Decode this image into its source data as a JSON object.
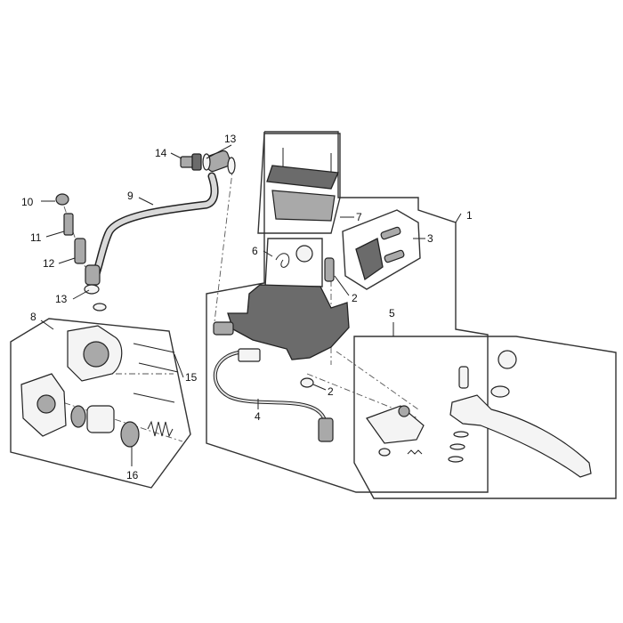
{
  "callouts": {
    "c1": "1",
    "c2a": "2",
    "c2b": "2",
    "c3": "3",
    "c4": "4",
    "c5": "5",
    "c6": "6",
    "c7": "7",
    "c8": "8",
    "c9": "9",
    "c10": "10",
    "c11": "11",
    "c12": "12",
    "c13a": "13",
    "c13b": "13",
    "c14": "14",
    "c15": "15",
    "c16": "16"
  }
}
